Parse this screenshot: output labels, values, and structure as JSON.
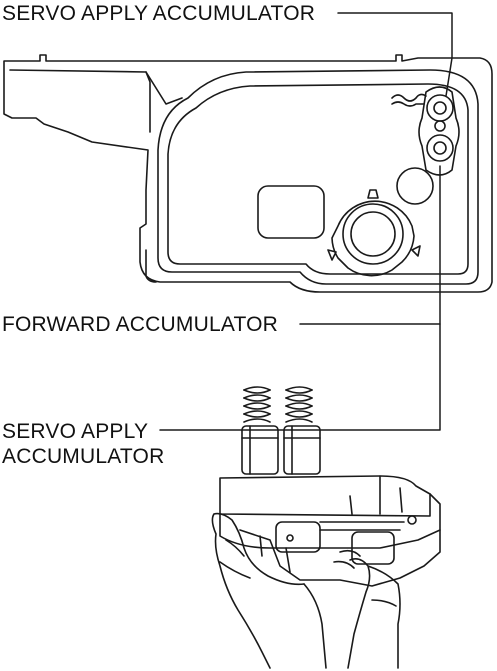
{
  "labels": {
    "servo_apply_top": "SERVO APPLY ACCUMULATOR",
    "forward": "FORWARD ACCUMULATOR",
    "servo_apply_bottom_line1": "SERVO APPLY",
    "servo_apply_bottom_line2": "ACCUMULATOR"
  },
  "colors": {
    "line": "#1a1a1a",
    "background": "#ffffff"
  }
}
